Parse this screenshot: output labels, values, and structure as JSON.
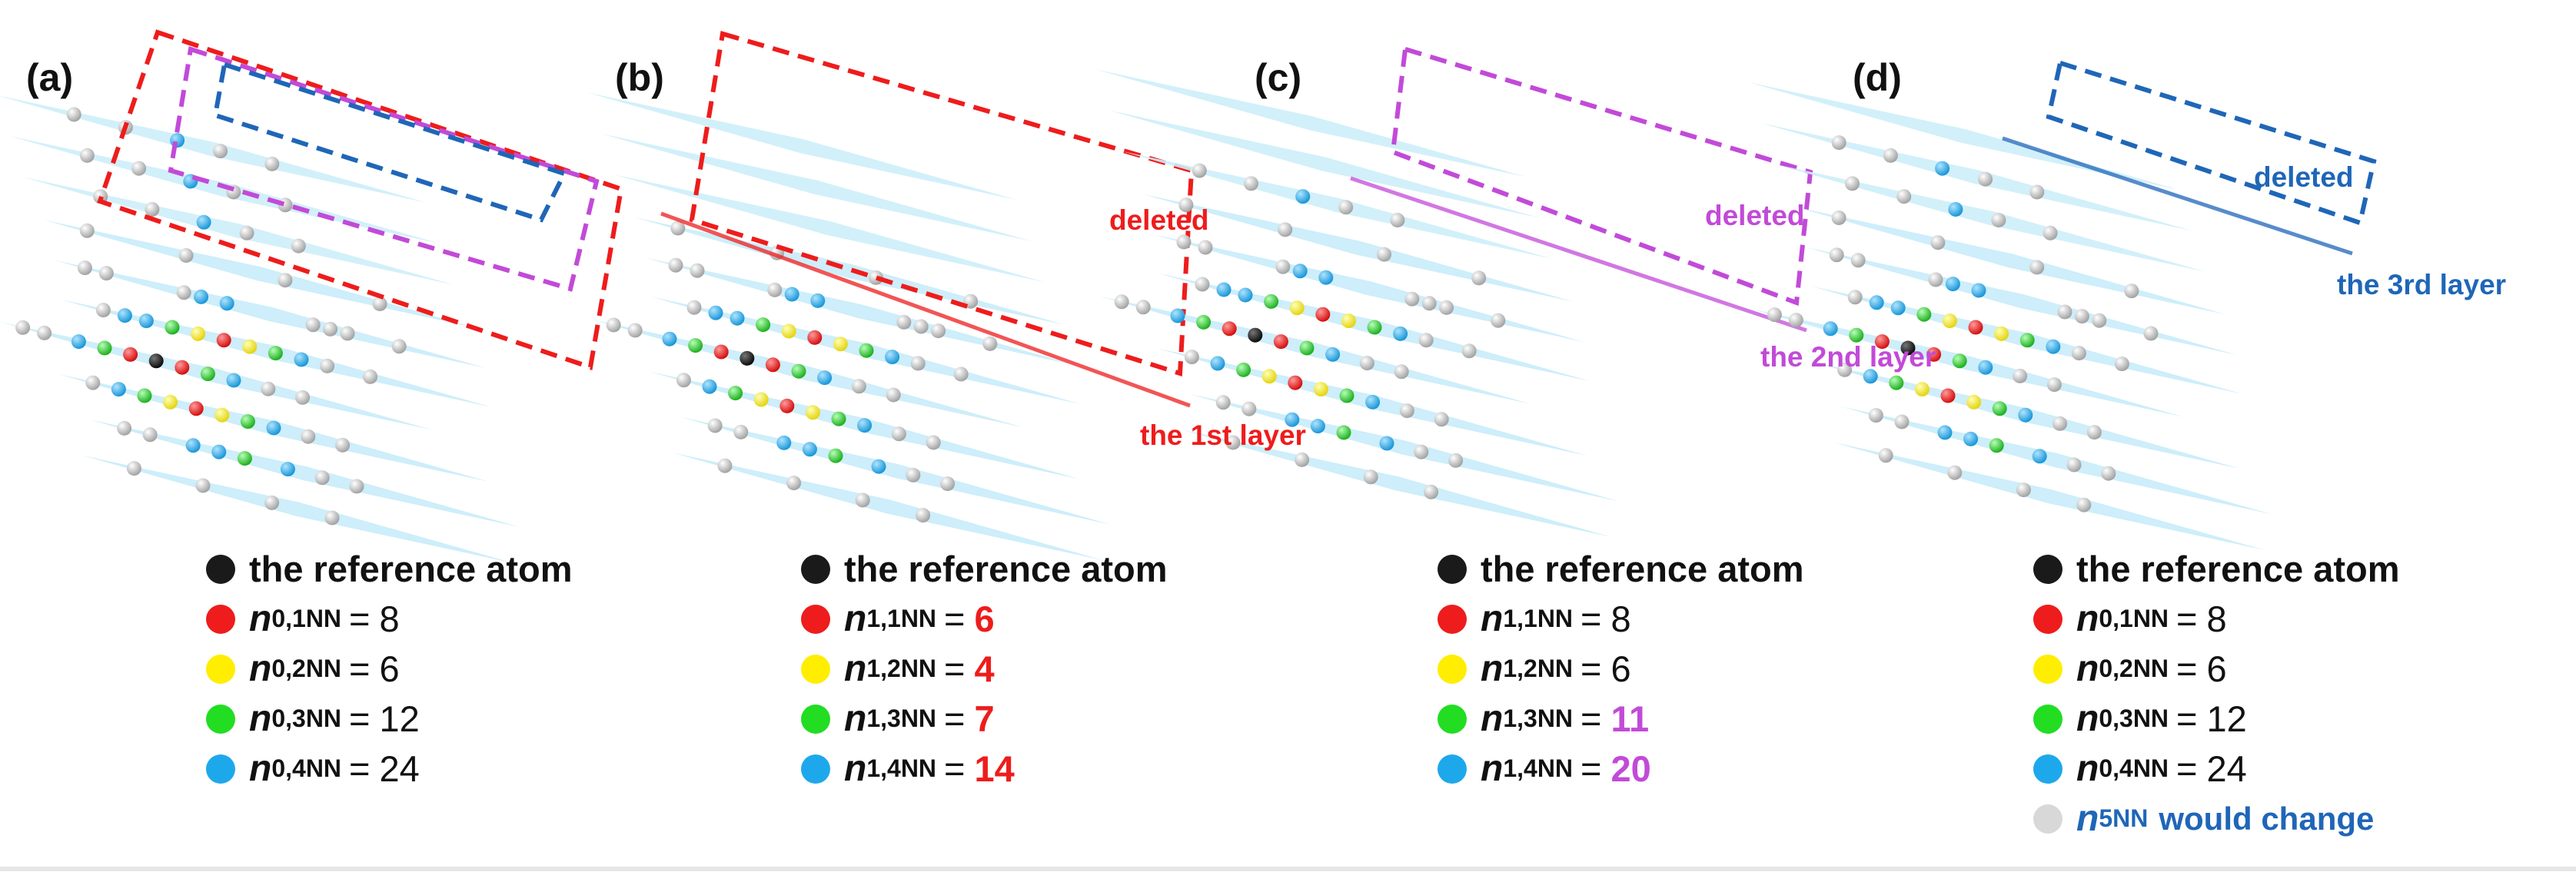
{
  "colors": {
    "black": "#1a1a1a",
    "red": "#ee1c1c",
    "yellow": "#ffee00",
    "green": "#22dd22",
    "blue": "#1ea8ec",
    "gray": "#d8d8d8",
    "plane": "#cdeefa",
    "box_red": "#ee1c1c",
    "box_purple": "#c24ad8",
    "box_blue": "#1f66b8",
    "text_red": "#ee1c1c",
    "text_purple": "#c24ad8",
    "text_blue": "#1f66b8"
  },
  "panels": [
    {
      "letter": "(a)",
      "legend": {
        "ref": "the reference atom",
        "items": [
          {
            "color": "red",
            "var": "n",
            "sub": "0,1NN",
            "eq": "=",
            "value": "8",
            "highlight": ""
          },
          {
            "color": "yellow",
            "var": "n",
            "sub": "0,2NN",
            "eq": "=",
            "value": "6",
            "highlight": ""
          },
          {
            "color": "green",
            "var": "n",
            "sub": "0,3NN",
            "eq": "=",
            "value": "12",
            "highlight": ""
          },
          {
            "color": "blue",
            "var": "n",
            "sub": "0,4NN",
            "eq": "=",
            "value": "24",
            "highlight": ""
          }
        ]
      }
    },
    {
      "letter": "(b)",
      "annotations": {
        "deleted": "deleted",
        "layer": "the 1st layer"
      },
      "legend": {
        "ref": "the reference atom",
        "items": [
          {
            "color": "red",
            "var": "n",
            "sub": "1,1NN",
            "eq": "=",
            "value": "6",
            "highlight": "text_red"
          },
          {
            "color": "yellow",
            "var": "n",
            "sub": "1,2NN",
            "eq": "=",
            "value": "4",
            "highlight": "text_red"
          },
          {
            "color": "green",
            "var": "n",
            "sub": "1,3NN",
            "eq": "=",
            "value": "7",
            "highlight": "text_red"
          },
          {
            "color": "blue",
            "var": "n",
            "sub": "1,4NN",
            "eq": "=",
            "value": "14",
            "highlight": "text_red"
          }
        ]
      }
    },
    {
      "letter": "(c)",
      "annotations": {
        "deleted": "deleted",
        "layer": "the 2nd layer"
      },
      "legend": {
        "ref": "the reference atom",
        "items": [
          {
            "color": "red",
            "var": "n",
            "sub": "1,1NN",
            "eq": "=",
            "value": "8",
            "highlight": ""
          },
          {
            "color": "yellow",
            "var": "n",
            "sub": "1,2NN",
            "eq": "=",
            "value": "6",
            "highlight": ""
          },
          {
            "color": "green",
            "var": "n",
            "sub": "1,3NN",
            "eq": "=",
            "value": "11",
            "highlight": "text_purple"
          },
          {
            "color": "blue",
            "var": "n",
            "sub": "1,4NN",
            "eq": "=",
            "value": "20",
            "highlight": "text_purple"
          }
        ]
      }
    },
    {
      "letter": "(d)",
      "annotations": {
        "deleted": "deleted",
        "layer": "the 3rd layer"
      },
      "legend": {
        "ref": "the reference atom",
        "items": [
          {
            "color": "red",
            "var": "n",
            "sub": "0,1NN",
            "eq": "=",
            "value": "8",
            "highlight": ""
          },
          {
            "color": "yellow",
            "var": "n",
            "sub": "0,2NN",
            "eq": "=",
            "value": "6",
            "highlight": ""
          },
          {
            "color": "green",
            "var": "n",
            "sub": "0,3NN",
            "eq": "=",
            "value": "12",
            "highlight": ""
          },
          {
            "color": "blue",
            "var": "n",
            "sub": "0,4NN",
            "eq": "=",
            "value": "24",
            "highlight": ""
          }
        ],
        "extra": {
          "color": "gray",
          "var": "n",
          "sub": "5NN",
          "text": "would change",
          "text_color": "text_blue"
        }
      }
    }
  ]
}
